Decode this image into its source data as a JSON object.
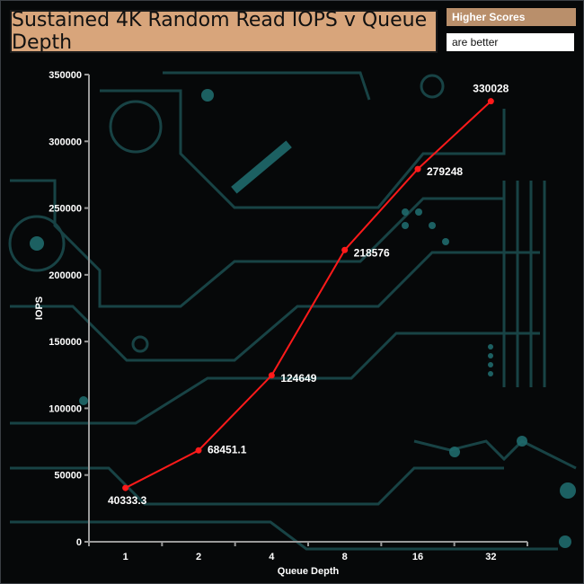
{
  "chart_data": {
    "type": "line",
    "title": "Sustained 4K Random Read IOPS v Queue Depth",
    "xlabel": "Queue Depth",
    "ylabel": "IOPS",
    "categories": [
      "1",
      "2",
      "4",
      "8",
      "16",
      "32"
    ],
    "series": [
      {
        "values": [
          40333.3,
          68451.1,
          124649,
          218576,
          279248,
          330028
        ]
      }
    ],
    "data_labels": [
      "40333.3",
      "68451.1",
      "124649",
      "218576",
      "279248",
      "330028"
    ],
    "y_ticks": [
      "0",
      "50000",
      "100000",
      "150000",
      "200000",
      "250000",
      "300000",
      "350000"
    ],
    "ylim": [
      0,
      350000
    ],
    "grid": false,
    "line_color": "#ff1a1a",
    "background_color": "#060809"
  },
  "legend": {
    "label_1": "Higher Scores",
    "label_2": "are better"
  }
}
